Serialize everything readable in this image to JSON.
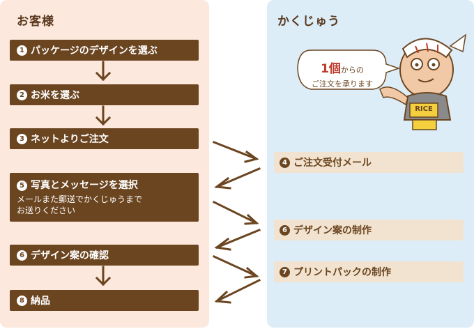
{
  "customer": {
    "title": "お客様",
    "steps": [
      {
        "num": "1",
        "label": "パッケージのデザインを選ぶ"
      },
      {
        "num": "2",
        "label": "お米を選ぶ"
      },
      {
        "num": "3",
        "label": "ネットよりご注文"
      },
      {
        "num": "5",
        "label": "写真とメッセージを選択",
        "sub1": "メールまた郵送でかくじゅうまで",
        "sub2": "お送りください"
      },
      {
        "num": "6",
        "label": "デザイン案の確認"
      },
      {
        "num": "8",
        "label": "納品"
      }
    ]
  },
  "company": {
    "title": "かくじゅう",
    "steps": [
      {
        "num": "4",
        "label": "ご注文受付メール"
      },
      {
        "num": "6",
        "label": "デザイン案の制作"
      },
      {
        "num": "7",
        "label": "プリントパックの制作"
      }
    ],
    "bubble": {
      "big": "1個",
      "rest": "からの",
      "line2": "ご注文を承ります"
    },
    "mascot_label": "RICE"
  }
}
